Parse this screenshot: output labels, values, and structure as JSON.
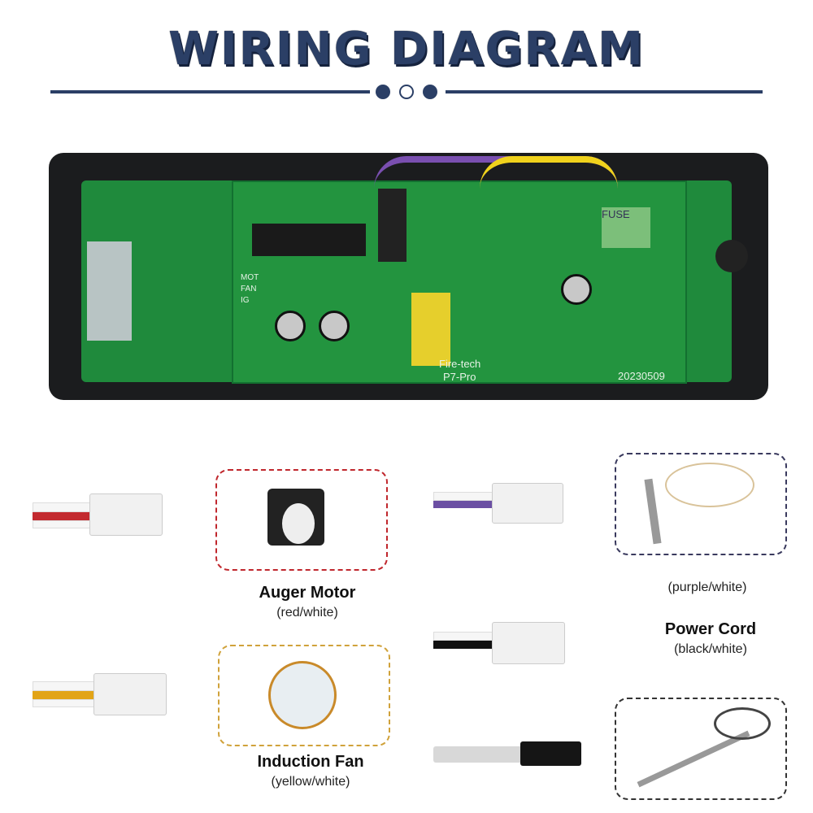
{
  "header": {
    "title": "WIRING DIAGRAM"
  },
  "board": {
    "brand": "Fire-tech",
    "model": "P7-Pro",
    "date": "20230509",
    "fuse": "FUSE",
    "labels": [
      "MOT",
      "FAN",
      "IG"
    ]
  },
  "components": [
    {
      "name": "Auger Motor",
      "wires": "(red/white)"
    },
    {
      "name": "Induction Fan",
      "wires": "(yellow/white)"
    },
    {
      "name": "",
      "wires": "(purple/white)"
    },
    {
      "name": "Power Cord",
      "wires": "(black/white)"
    }
  ],
  "colors": {
    "title": "#2b3f66",
    "red_dash": "#c0272d",
    "yellow_dash": "#d0a23b",
    "navy_dash": "#3a3a5e",
    "black_dash": "#333333"
  }
}
